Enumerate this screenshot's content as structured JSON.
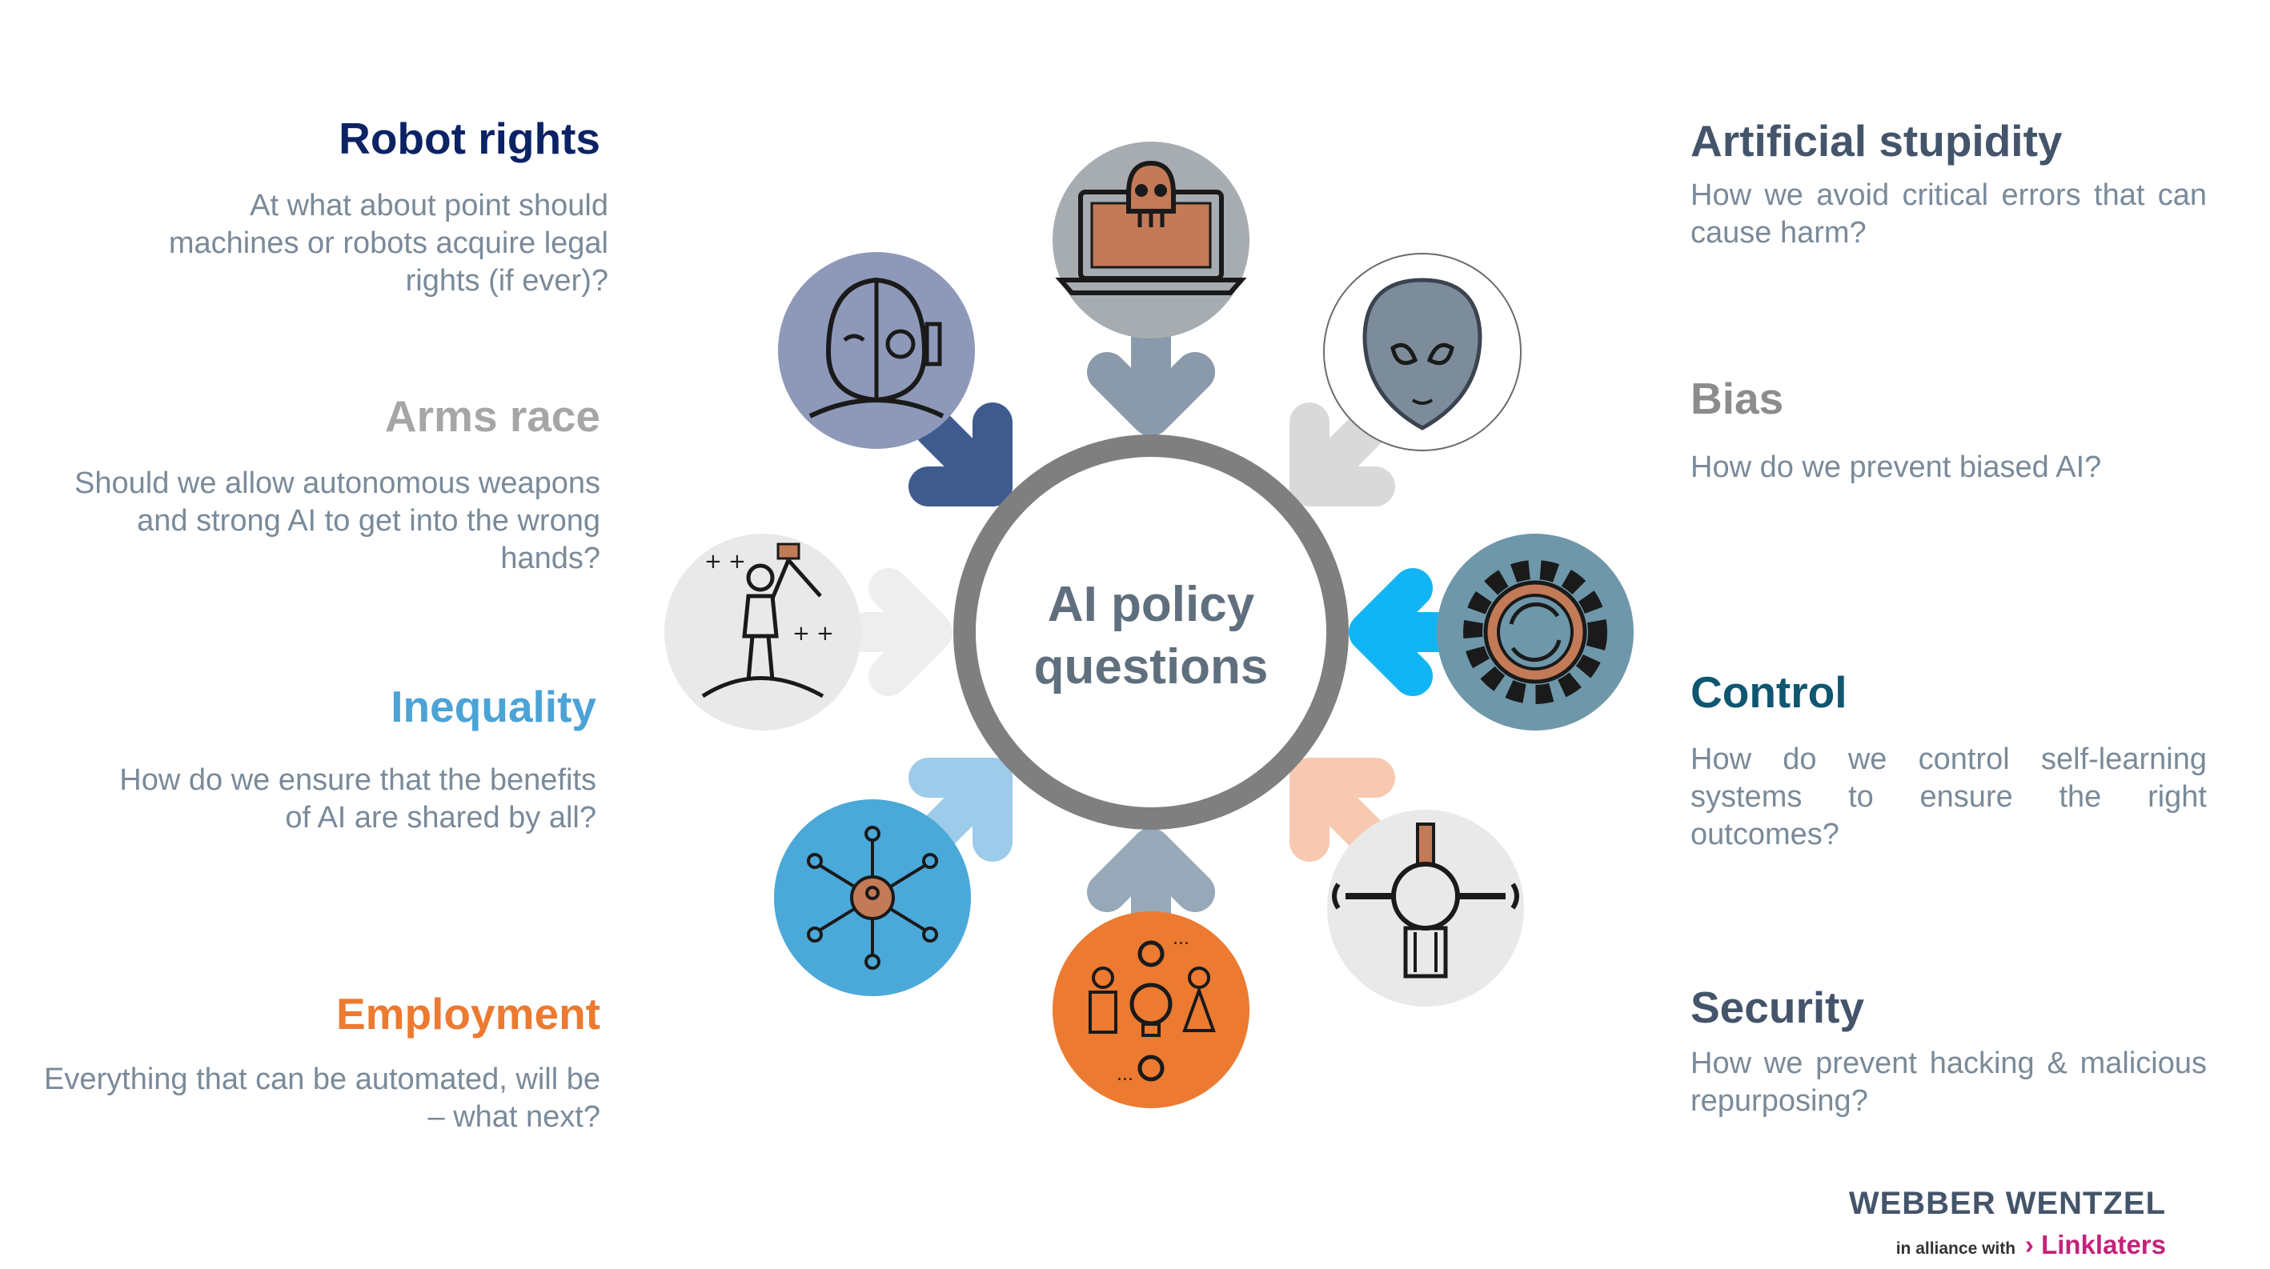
{
  "center": {
    "line1": "AI policy",
    "line2": "questions"
  },
  "topics": {
    "robot_rights": {
      "title": "Robot rights",
      "description": "At what about point should machines or robots acquire legal rights (if ever)?",
      "color": "#0b2265"
    },
    "arms_race": {
      "title": "Arms race",
      "description": "Should we allow autonomous weapons and strong AI to get into the wrong hands?",
      "color": "#a6a6a6"
    },
    "inequality": {
      "title": "Inequality",
      "description": "How do we ensure that the benefits of AI are shared by all?",
      "color": "#4ba3d6"
    },
    "employment": {
      "title": "Employment",
      "description": "Everything that can be automated, will be – what next?",
      "color": "#ec7a30"
    },
    "artificial_stupidity": {
      "title": "Artificial stupidity",
      "description": "How we avoid critical errors that can cause harm?",
      "color": "#44546a"
    },
    "bias": {
      "title": "Bias",
      "description": "How do we prevent biased AI?",
      "color": "#8c8c8c"
    },
    "control": {
      "title": "Control",
      "description": "How do we control self-learning systems to ensure the right outcomes?",
      "color": "#0f5670"
    },
    "security": {
      "title": "Security",
      "description": "How we prevent hacking & malicious repurposing?",
      "color": "#44546a"
    }
  },
  "icons": {
    "robot_rights": "cyborg-face-icon",
    "artificial_stupidity": "skull-laptop-icon",
    "bias": "alien-head-icon",
    "arms_race": "climber-flag-icon",
    "control": "gear-refresh-icon",
    "inequality": "people-network-icon",
    "employment": "team-idea-icon",
    "security": "wrench-gear-icon"
  },
  "brand": {
    "name": "WEBBER WENTZEL",
    "alliance": "in alliance with",
    "partner": "Linklaters"
  }
}
